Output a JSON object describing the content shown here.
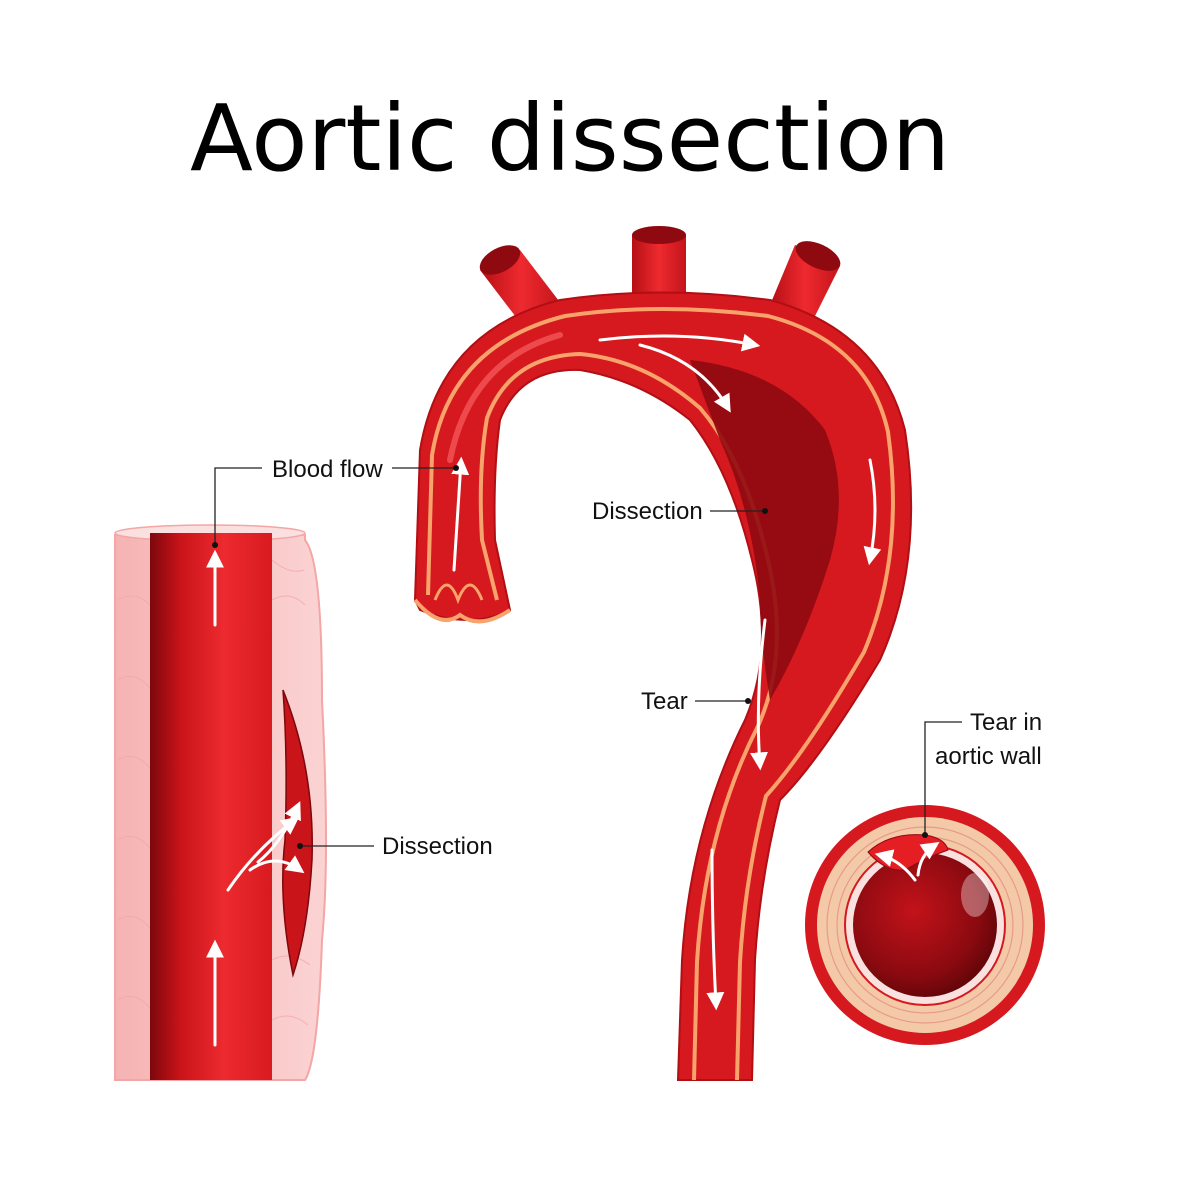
{
  "title": "Aortic dissection",
  "labels": {
    "blood_flow": "Blood flow",
    "dissection_vessel": "Dissection",
    "dissection_arch": "Dissection",
    "tear": "Tear",
    "tear_in_wall_line1": "Tear in",
    "tear_in_wall_line2": "aortic wall"
  },
  "colors": {
    "vessel_red": "#e51e23",
    "vessel_dark": "#8f0a10",
    "wall_pink": "#f8c2c2",
    "intima_orange": "#f7a36b",
    "tissue_tan": "#f3c9a8"
  }
}
